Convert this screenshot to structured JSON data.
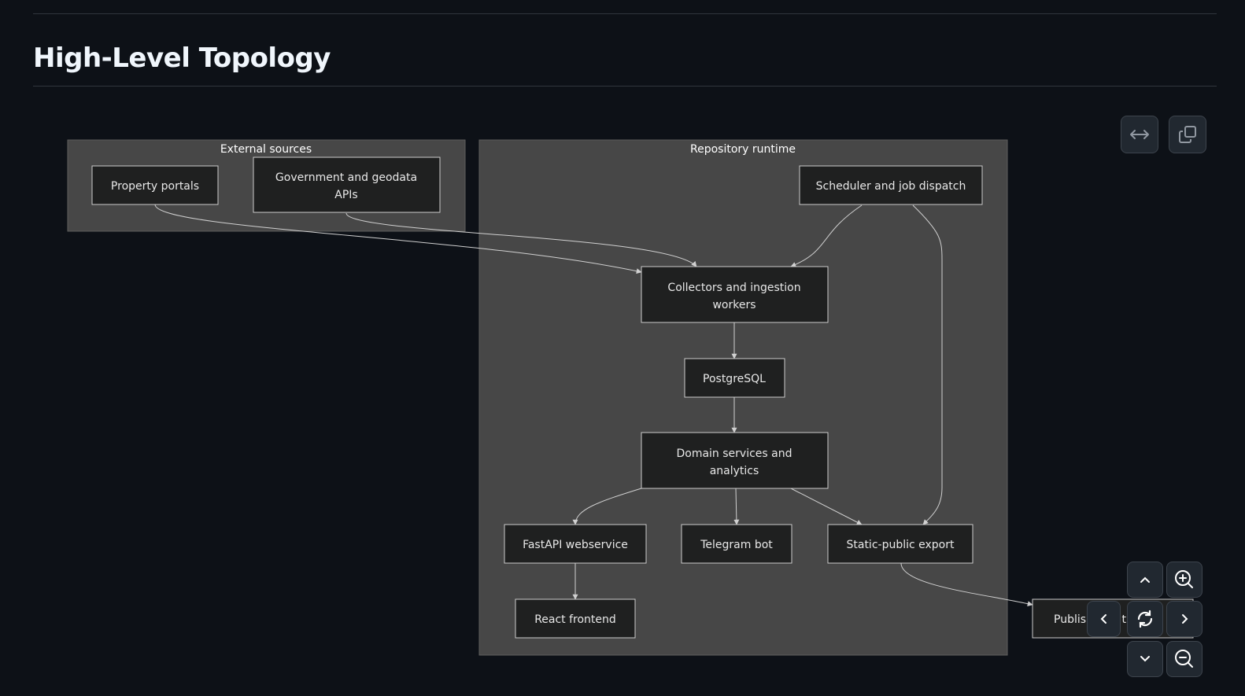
{
  "heading": "High-Level Topology",
  "diagram": {
    "clusters": {
      "external": "External sources",
      "runtime": "Repository runtime"
    },
    "nodes": {
      "property_portals": "Property portals",
      "gov_apis_1": "Government and geodata",
      "gov_apis_2": "APIs",
      "scheduler": "Scheduler and job dispatch",
      "collectors_1": "Collectors and ingestion",
      "collectors_2": "workers",
      "postgres": "PostgreSQL",
      "domain_1": "Domain services and",
      "domain_2": "analytics",
      "fastapi": "FastAPI webservice",
      "telegram": "Telegram bot",
      "static_export": "Static-public export",
      "react": "React frontend",
      "publish_visible": "Publish",
      "publish_tail": "t"
    }
  },
  "controls": {
    "icons": [
      "arrows-horizontal-icon",
      "copy-icon",
      "chevron-up-icon",
      "zoom-in-icon",
      "chevron-left-icon",
      "reset-icon",
      "chevron-right-icon",
      "chevron-down-icon",
      "zoom-out-icon"
    ]
  }
}
